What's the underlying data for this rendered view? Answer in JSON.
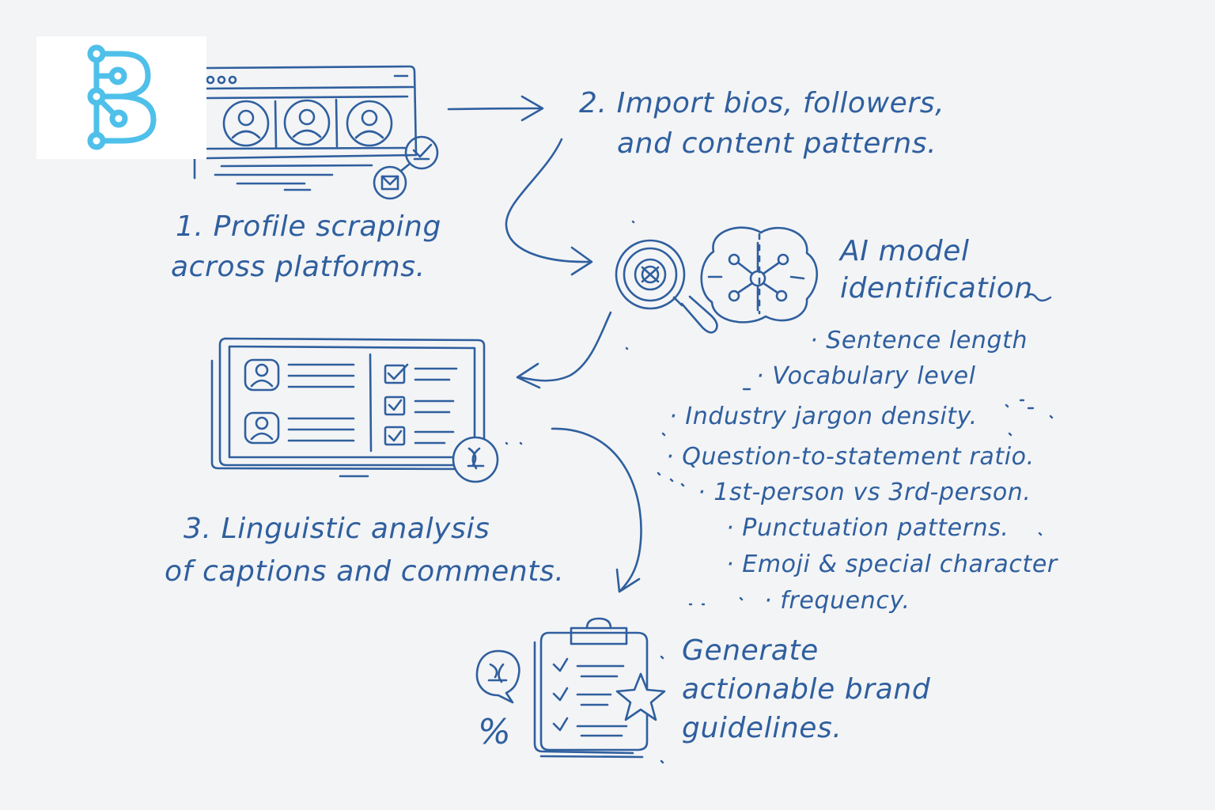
{
  "colors": {
    "background": "#f3f4f6",
    "ink": "#2f5f9e",
    "logo": "#4fc0ea"
  },
  "steps": {
    "profile_scraping": {
      "line1": "1. Profile scraping",
      "line2": "across platforms."
    },
    "import": {
      "line1": "2. Import bios, followers,",
      "line2": "and content patterns."
    },
    "ai_model": {
      "line1": "AI model",
      "line2": "identification"
    },
    "linguistic_analysis": {
      "line1": "3. Linguistic analysis",
      "line2": "of captions and comments."
    },
    "guidelines": {
      "line1": "Generate",
      "line2": "actionable brand",
      "line3": "guidelines."
    }
  },
  "metrics": [
    "· Sentence length",
    "· Vocabulary level",
    "· Industry jargon density.",
    "· Question-to-statement ratio.",
    "· 1st-person vs 3rd-person.",
    "· Punctuation patterns.",
    "· Emoji & special character",
    "· frequency."
  ],
  "icons": {
    "logo": "letter-b-network-logo",
    "step1": "browser-profiles-icon",
    "step2": "magnifier-brain-icon",
    "step3": "dashboard-checklist-icon",
    "step4": "clipboard-star-icon"
  },
  "percent_symbol": "%"
}
